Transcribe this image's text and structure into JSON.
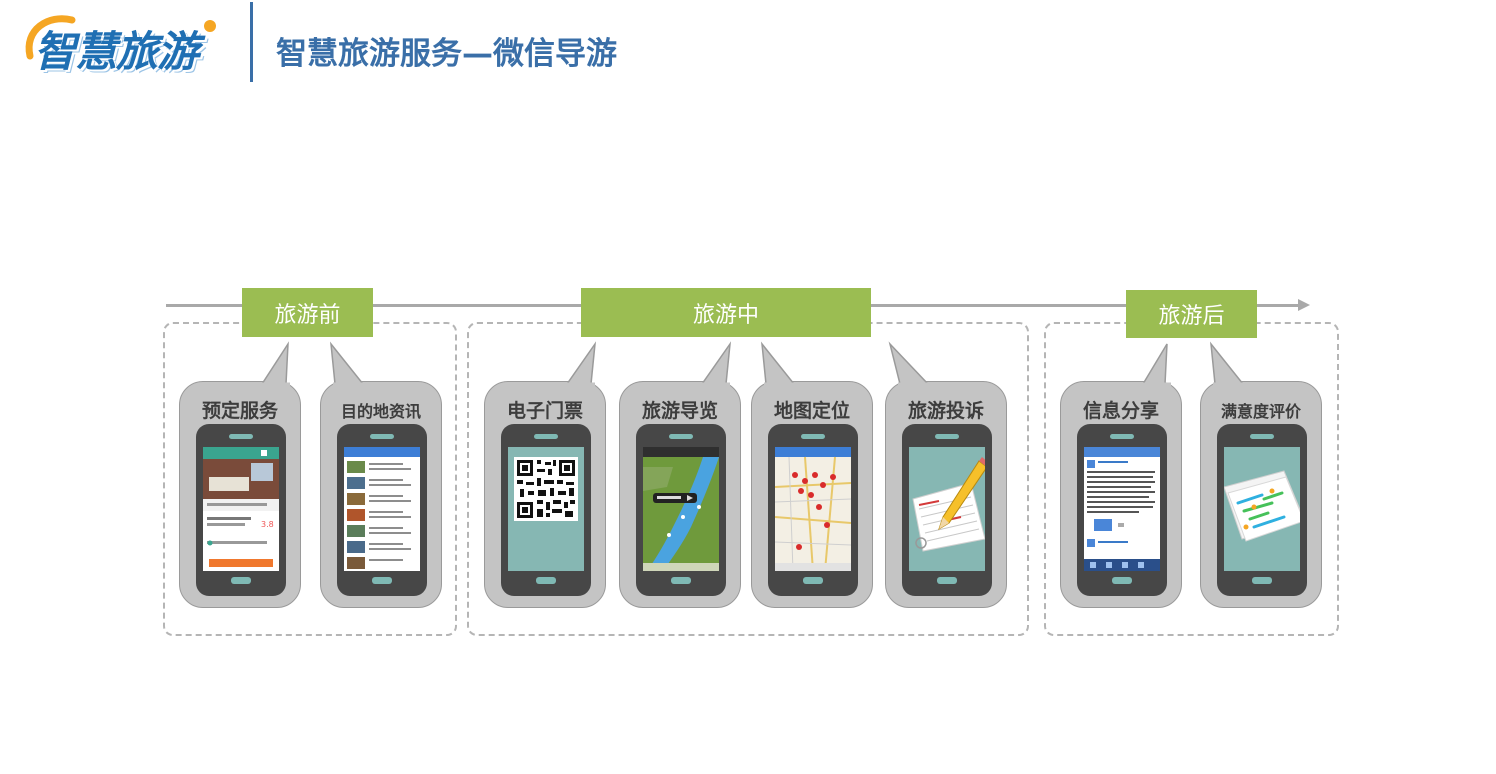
{
  "header": {
    "logo_text": "智慧旅游",
    "title": "智慧旅游服务—微信导游"
  },
  "stages": [
    {
      "label": "旅游前"
    },
    {
      "label": "旅游中"
    },
    {
      "label": "旅游后"
    }
  ],
  "cards": [
    {
      "label": "预定服务",
      "screen": "booking-app"
    },
    {
      "label": "目的地资讯",
      "screen": "destination-list-app"
    },
    {
      "label": "电子门票",
      "screen": "qr-code"
    },
    {
      "label": "旅游导览",
      "screen": "river-map"
    },
    {
      "label": "地图定位",
      "screen": "location-map"
    },
    {
      "label": "旅游投诉",
      "screen": "complaint-paper-pencil"
    },
    {
      "label": "信息分享",
      "screen": "weibo-feed"
    },
    {
      "label": "满意度评价",
      "screen": "rating-chart-paper"
    }
  ],
  "colors": {
    "brand_blue": "#3a6fa8",
    "stage_green": "#9bbd52",
    "card_gray": "#c4c4c4",
    "phone_body": "#474747",
    "phone_screen_teal": "#86b7b3",
    "timeline_gray": "#a9a9a9"
  }
}
